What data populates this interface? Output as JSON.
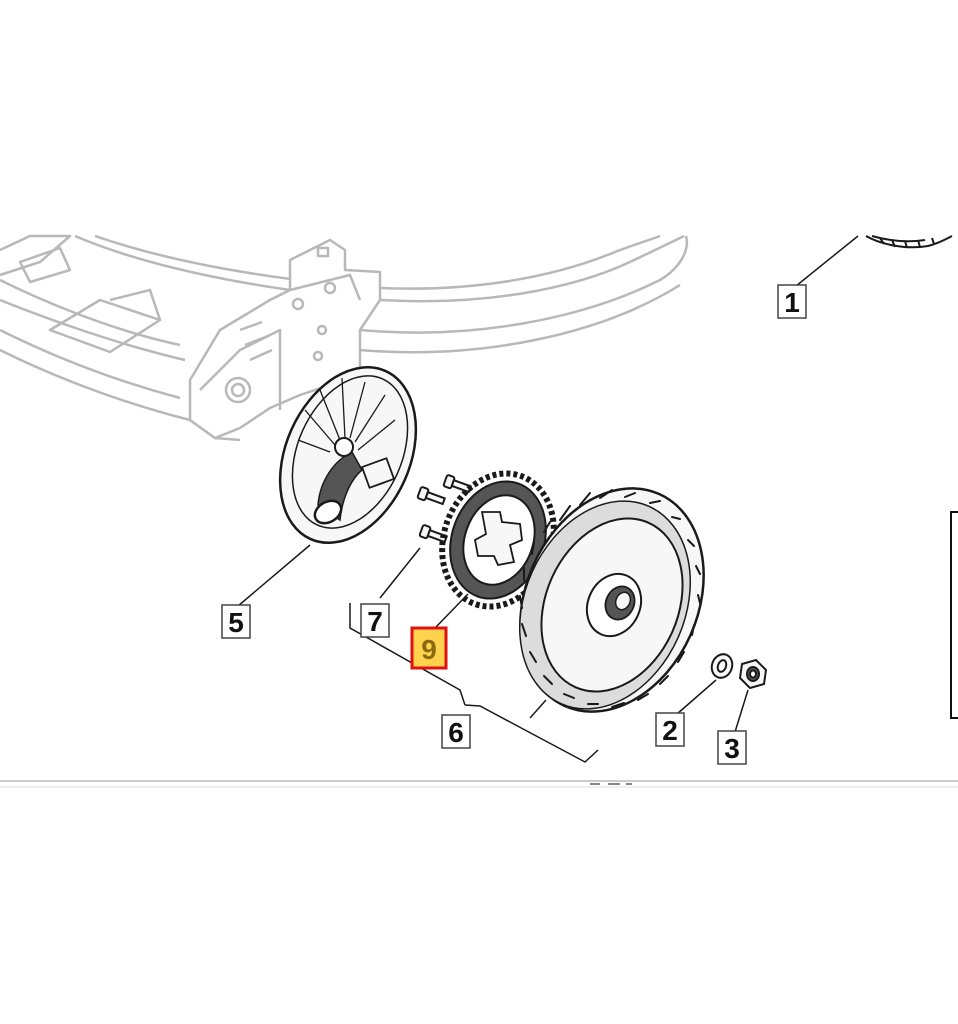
{
  "diagram": {
    "labels": {
      "l1": "1",
      "l2": "2",
      "l3": "3",
      "l5": "5",
      "l6": "6",
      "l7": "7",
      "l9": "9"
    },
    "highlighted_label": "9",
    "colors": {
      "line": "#1a1a1a",
      "faint_line": "#b8b8b8",
      "part_fill": "#f7f7f7",
      "dark_fill": "#555555",
      "highlight_fill": "#ffd24d",
      "highlight_border": "#e01010"
    }
  }
}
